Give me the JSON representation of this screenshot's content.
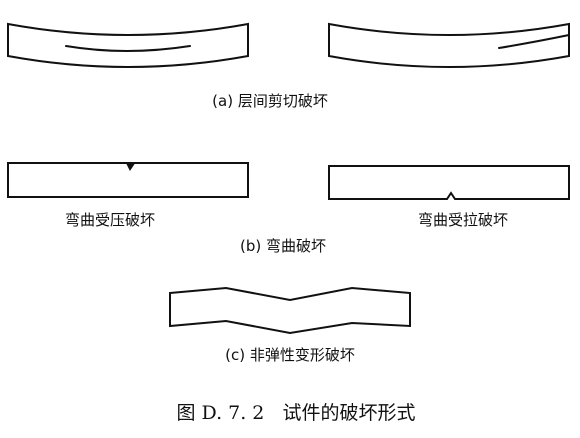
{
  "labels": {
    "interlaminar": "(a) 层间剪切破坏",
    "bending_compression": "弯曲受压破坏",
    "bending_tension": "弯曲受拉破坏",
    "bending": "(b) 弯曲破坏",
    "inelastic": "(c) 非弹性变形破坏"
  },
  "caption": "图 D. 7. 2   试件的破坏形式",
  "colors": {
    "ink": "#111111",
    "background": "#ffffff"
  }
}
